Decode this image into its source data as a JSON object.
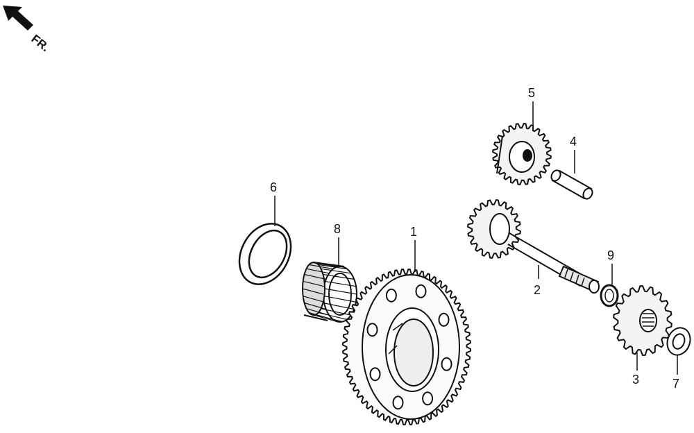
{
  "direction_indicator": {
    "label": "FR.",
    "icon": "front-arrow-icon"
  },
  "parts": [
    {
      "id": "gear-1",
      "callout": "1"
    },
    {
      "id": "shaft-2",
      "callout": "2"
    },
    {
      "id": "gear-3",
      "callout": "3"
    },
    {
      "id": "pin-4",
      "callout": "4"
    },
    {
      "id": "gear-5",
      "callout": "5"
    },
    {
      "id": "washer-6",
      "callout": "6"
    },
    {
      "id": "washer-7",
      "callout": "7"
    },
    {
      "id": "clip-9",
      "callout": "9"
    },
    {
      "id": "bearing-8",
      "callout": "8"
    }
  ],
  "colors": {
    "line": "#111111",
    "background": "#ffffff"
  }
}
